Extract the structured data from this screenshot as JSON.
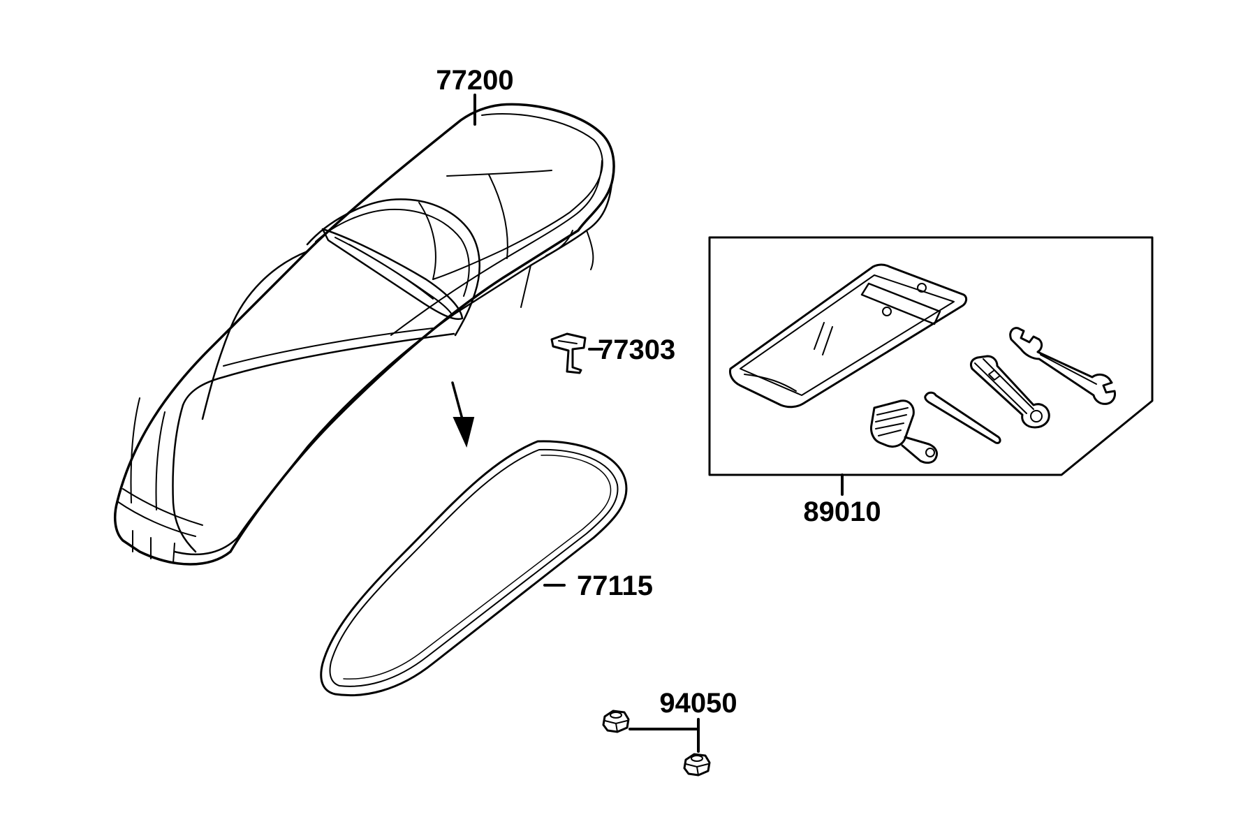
{
  "diagram": {
    "parts": [
      {
        "id": "seat",
        "label": "77200",
        "icon": "seat-icon"
      },
      {
        "id": "latch",
        "label": "77303",
        "icon": "latch-hook-icon"
      },
      {
        "id": "gasket",
        "label": "77115",
        "icon": "seal-gasket-icon"
      },
      {
        "id": "tool-kit",
        "label": "89010",
        "icon": "tool-kit-icon"
      },
      {
        "id": "nut",
        "label": "94050",
        "icon": "nut-icon"
      }
    ],
    "colors": {
      "line": "#000000",
      "background": "#ffffff"
    }
  }
}
